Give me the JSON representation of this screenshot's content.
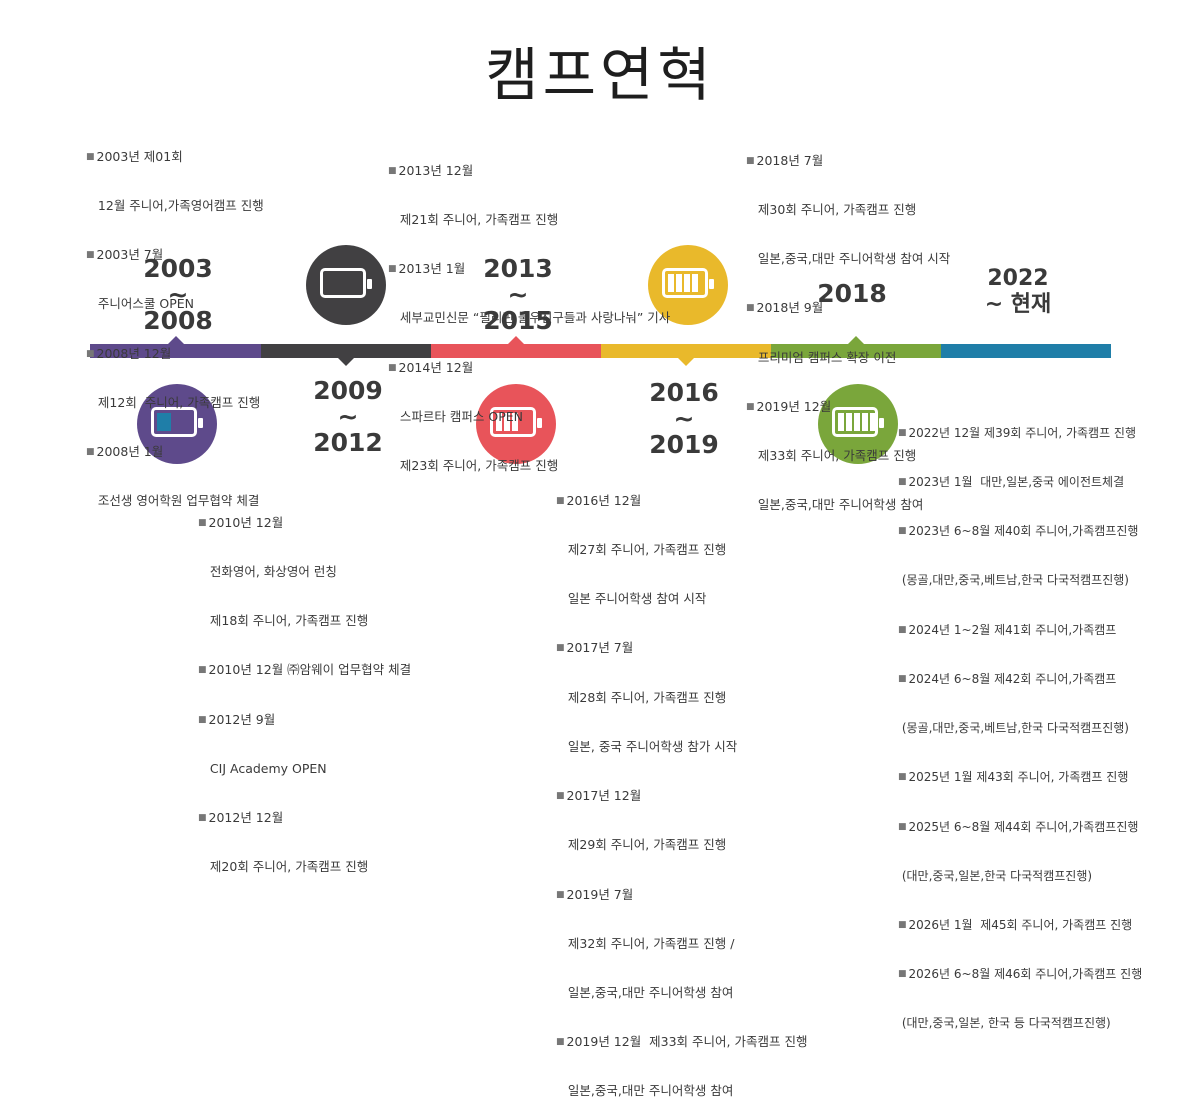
{
  "title": "캠프연혁",
  "colors": {
    "purple": "#5e4a8b",
    "dark": "#414042",
    "red": "#e8545a",
    "yellow": "#e9b92b",
    "green": "#7aa63b",
    "blue": "#1f7ea8"
  },
  "periods": [
    {
      "line1": "2003",
      "line2": "~",
      "line3": "2008"
    },
    {
      "line1": "2009",
      "line2": "~",
      "line3": "2012"
    },
    {
      "line1": "2013",
      "line2": "~",
      "line3": "2015"
    },
    {
      "line1": "2016",
      "line2": "~",
      "line3": "2019"
    },
    {
      "line1": "2018"
    },
    {
      "line1": "2022",
      "line2": "~ 현재"
    }
  ],
  "icons": [
    "battery-low-icon",
    "battery-empty-icon",
    "battery-quarter-icon",
    "battery-half-icon",
    "battery-high-icon"
  ],
  "notes": {
    "p2003": [
      "2003년 제01회",
      "12월 주니어,가족영어캠프 진행",
      "2003년 7월",
      "주니어스쿨 OPEN",
      "2008년 12월",
      "제12회  주니어, 가족캠프 진행",
      "2008년 1월",
      "조선생 영어학원 업무협약 체결"
    ],
    "p2009": [
      "2010년 12월",
      "전화영어, 화상영어 런칭",
      "제18회 주니어, 가족캠프 진행",
      "2010년 12월 ㈜암웨이 업무협약 체결",
      "2012년 9월",
      "CIJ Academy OPEN",
      "2012년 12월",
      "제20회 주니어, 가족캠프 진행"
    ],
    "p2013": [
      "2013년 12월",
      "제21회 주니어, 가족캠프 진행",
      "2013년 1월",
      "세부교민신문 “필리핀 불우친구들과 사랑나눠” 기사",
      "2014년 12월",
      "스파르타 캠퍼스 OPEN",
      "제23회 주니어, 가족캠프 진행"
    ],
    "p2016": [
      "2016년 12월",
      "제27회 주니어, 가족캠프 진행",
      "일본 주니어학생 참여 시작",
      "2017년 7월",
      "제28회 주니어, 가족캠프 진행",
      "일본, 중국 주니어학생 참가 시작",
      "2017년 12월",
      "제29회 주니어, 가족캠프 진행",
      "2019년 7월",
      "제32회 주니어, 가족캠프 진행 /",
      "일본,중국,대만 주니어학생 참여",
      "2019년 12월  제33회 주니어, 가족캠프 진행",
      "일본,중국,대만 주니어학생 참여"
    ],
    "p2018": [
      "2018년 7월",
      "제30회 주니어, 가족캠프 진행",
      "일본,중국,대만 주니어학생 참여 시작",
      "2018년 9월",
      "프리미엄 캠퍼스 확장 이전",
      "2019년 12월",
      "제33회 주니어, 가족캠프 진행",
      "일본,중국,대만 주니어학생 참여"
    ],
    "p2022": [
      "2022년 12월 제39회 주니어, 가족캠프 진행",
      "2023년 1월  대만,일본,중국 에이전트체결",
      "2023년 6~8월 제40회 주니어,가족캠프진행",
      "(몽골,대만,중국,베트남,한국 다국적캠프진행)",
      "2024년 1~2월 제41회 주니어,가족캠프",
      "2024년 6~8월 제42회 주니어,가족캠프",
      "(몽골,대만,중국,베트남,한국 다국적캠프진행)",
      "2025년 1월 제43회 주니어, 가족캠프 진행",
      "2025년 6~8월 제44회 주니어,가족캠프진행",
      "(대만,중국,일본,한국 다국적캠프진행)",
      "2026년 1월  제45회 주니어, 가족캠프 진행",
      "2026년 6~8월 제46회 주니어,가족캠프 진행",
      "(대만,중국,일본, 한국 등 다국적캠프진행)"
    ]
  }
}
